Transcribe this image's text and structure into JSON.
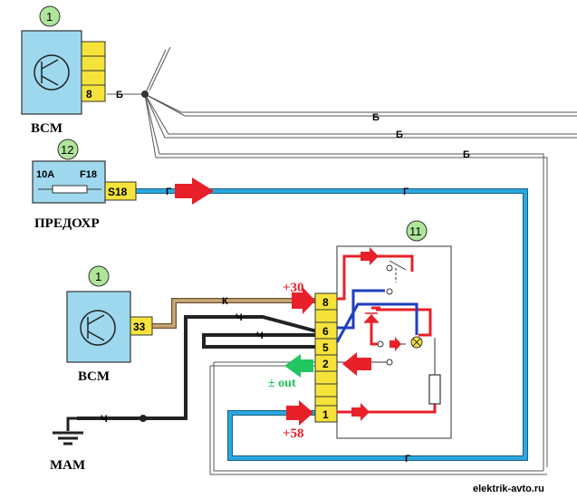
{
  "components": {
    "bcm_top": {
      "number": "1",
      "label": "ВСМ",
      "pin": "8"
    },
    "fuse": {
      "number": "12",
      "rating": "10A",
      "id": "F18",
      "pin": "S18",
      "label": "ПРЕДОХР"
    },
    "bcm_bottom": {
      "number": "1",
      "label": "ВСМ",
      "pin": "33"
    },
    "relay": {
      "number": "11",
      "pins": [
        "8",
        "6",
        "5",
        "2",
        "1"
      ]
    },
    "ground": {
      "label": "МАМ"
    }
  },
  "wire_labels": {
    "b1": "Б",
    "b2": "Б",
    "b3": "Б",
    "b4": "Б",
    "g1": "Г",
    "g2": "Г",
    "g3": "Г",
    "k": "К",
    "ch1": "Ч",
    "ch2": "Ч",
    "ch3": "Ч"
  },
  "annotations": {
    "plus30": "+30",
    "plus58": "+58",
    "out": "± out"
  },
  "credit": "elektrik-avto.ru",
  "colors": {
    "wire_blue": "#29a8e0",
    "wire_red": "#e8202a",
    "wire_navy": "#1f3fbf",
    "wire_tan": "#b08a5a",
    "wire_black": "#222222",
    "component_fill": "#9ed8ee",
    "connector_fill": "#f5e33a",
    "arrow_green": "#22c55e"
  }
}
